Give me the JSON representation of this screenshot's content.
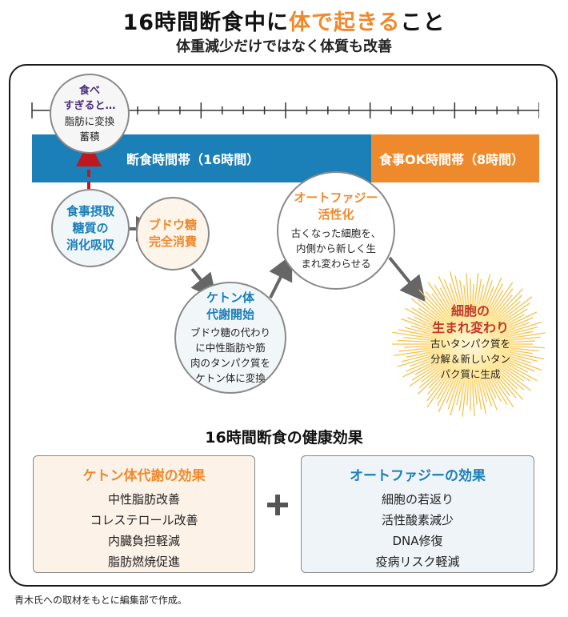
{
  "header": {
    "title_pre": "16時間断食中に",
    "title_highlight": "体で起きる",
    "title_post": "こと",
    "subtitle": "体重減少だけではなく体質も改善"
  },
  "timeline": {
    "fasting_label": "断食時間帯（16時間）",
    "eating_label": "食事OK時間帯（8時間）",
    "colors": {
      "fasting": "#1b7fb8",
      "eating": "#ef8a2c"
    }
  },
  "stages": {
    "overeating": {
      "lines": [
        "食べ",
        "すぎると…",
        "脂肪に変換",
        "蓄積"
      ]
    },
    "digestion": {
      "lines": [
        "食事摂取",
        "糖質の",
        "消化吸収"
      ]
    },
    "glucose": {
      "lines": [
        "ブドウ糖",
        "完全消費"
      ]
    },
    "ketone": {
      "title_lines": [
        "ケトン体",
        "代謝開始"
      ],
      "body_lines": [
        "ブドウ糖の代わり",
        "に中性脂肪や筋",
        "肉のタンパク質を",
        "ケトン体に変換"
      ]
    },
    "autophagy": {
      "title_lines": [
        "オートファジー",
        "活性化"
      ],
      "body_lines": [
        "古くなった細胞を、",
        "内側から新しく生",
        "まれ変わらせる"
      ]
    },
    "rebirth": {
      "title_lines": [
        "細胞の",
        "生まれ変わり"
      ],
      "body_lines": [
        "古いタンパク質を",
        "分解＆新しいタン",
        "パク質に生成"
      ]
    }
  },
  "effects": {
    "section_title": "16時間断食の健康効果",
    "ketone": {
      "title": "ケトン体代謝の効果",
      "items": [
        "中性脂肪改善",
        "コレステロール改善",
        "内臓負担軽減",
        "脂肪燃焼促進"
      ]
    },
    "autophagy": {
      "title": "オートファジーの効果",
      "items": [
        "細胞の若返り",
        "活性酸素減少",
        "DNA修復",
        "疫病リスク軽減"
      ]
    }
  },
  "footnote": "青木氏への取材をもとに編集部で作成。"
}
